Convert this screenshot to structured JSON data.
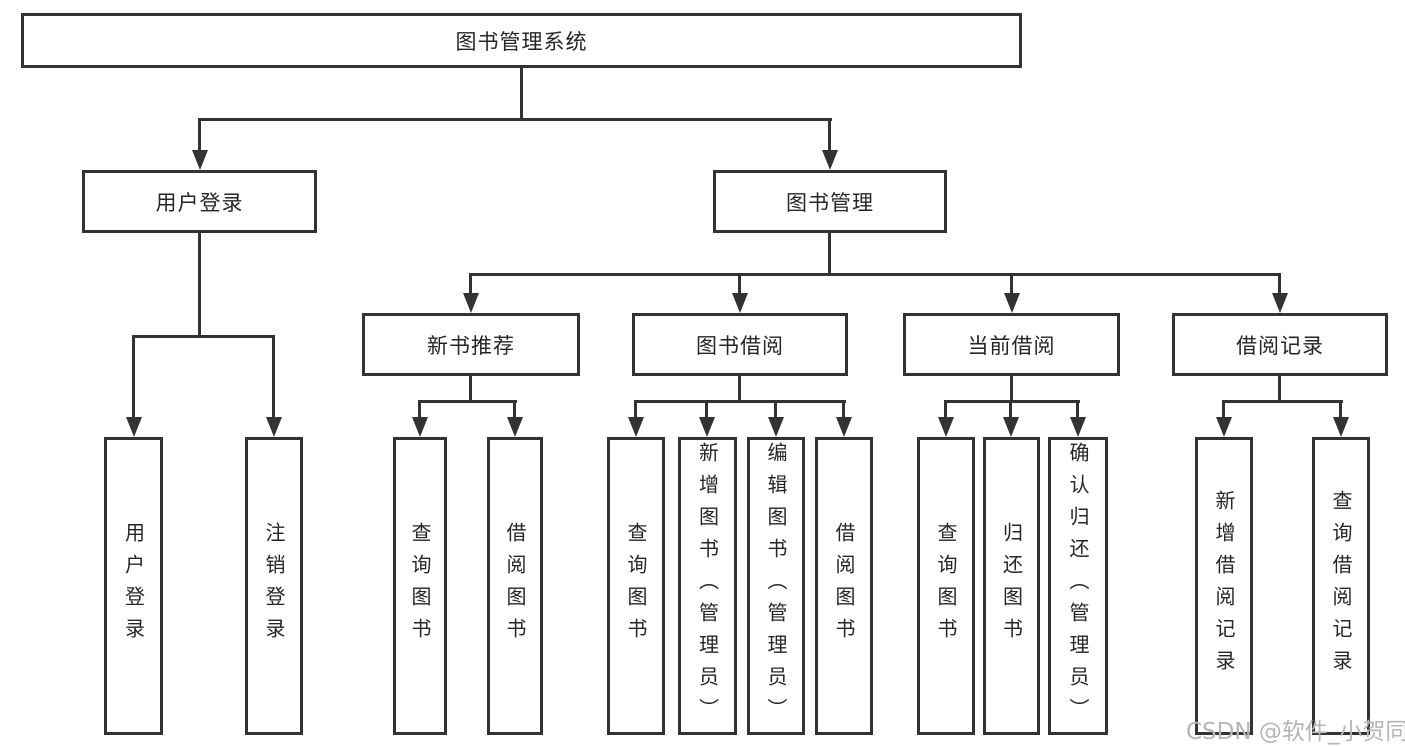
{
  "diagram": {
    "type": "hierarchy-tree",
    "root": {
      "label": "图书管理系统",
      "children": [
        {
          "label": "用户登录",
          "children": [
            {
              "label": "用户登录"
            },
            {
              "label": "注销登录"
            }
          ]
        },
        {
          "label": "图书管理",
          "children": [
            {
              "label": "新书推荐",
              "children": [
                {
                  "label": "查询图书"
                },
                {
                  "label": "借阅图书"
                }
              ]
            },
            {
              "label": "图书借阅",
              "children": [
                {
                  "label": "查询图书"
                },
                {
                  "label": "新增图书（管理员）"
                },
                {
                  "label": "编辑图书（管理员）"
                },
                {
                  "label": "借阅图书"
                }
              ]
            },
            {
              "label": "当前借阅",
              "children": [
                {
                  "label": "查询图书"
                },
                {
                  "label": "归还图书"
                },
                {
                  "label": "确认归还（管理员）"
                }
              ]
            },
            {
              "label": "借阅记录",
              "children": [
                {
                  "label": "新增借阅记录"
                },
                {
                  "label": "查询借阅记录"
                }
              ]
            }
          ]
        }
      ]
    },
    "watermark": "CSDN @软件_小贺同学",
    "colors": {
      "line": "#333333",
      "text": "#262626",
      "background": "#ffffff",
      "watermark": "#b6b6b6"
    }
  }
}
